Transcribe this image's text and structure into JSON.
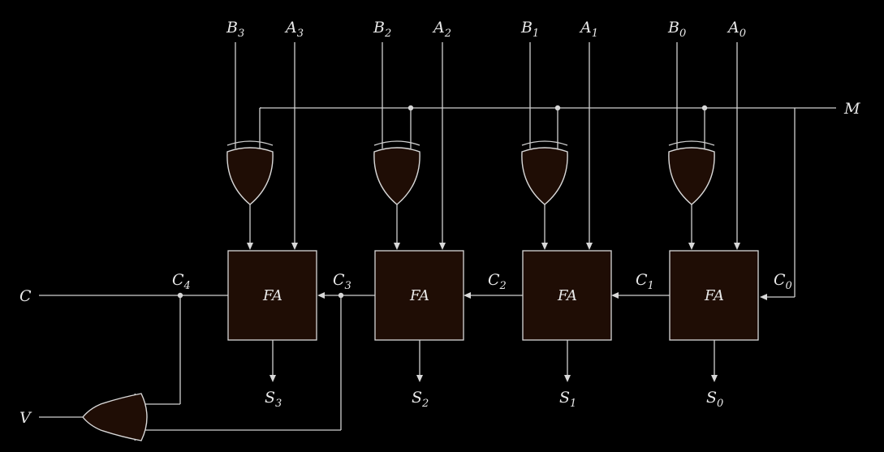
{
  "inputs": [
    {
      "b": "B",
      "b_sub": "3",
      "a": "A",
      "a_sub": "3"
    },
    {
      "b": "B",
      "b_sub": "2",
      "a": "A",
      "a_sub": "2"
    },
    {
      "b": "B",
      "b_sub": "1",
      "a": "A",
      "a_sub": "1"
    },
    {
      "b": "B",
      "b_sub": "0",
      "a": "A",
      "a_sub": "0"
    }
  ],
  "mode_label": "M",
  "adder_label": "FA",
  "outputs": [
    {
      "s": "S",
      "s_sub": "3"
    },
    {
      "s": "S",
      "s_sub": "2"
    },
    {
      "s": "S",
      "s_sub": "1"
    },
    {
      "s": "S",
      "s_sub": "0"
    }
  ],
  "carries": [
    {
      "c": "C",
      "c_sub": "4"
    },
    {
      "c": "C",
      "c_sub": "3"
    },
    {
      "c": "C",
      "c_sub": "2"
    },
    {
      "c": "C",
      "c_sub": "1"
    },
    {
      "c": "C",
      "c_sub": "0"
    }
  ],
  "carry_out_label": "C",
  "overflow_label": "V",
  "colors": {
    "background": "#000000",
    "fill": "#1f0d05",
    "line": "#d8d8d8"
  }
}
